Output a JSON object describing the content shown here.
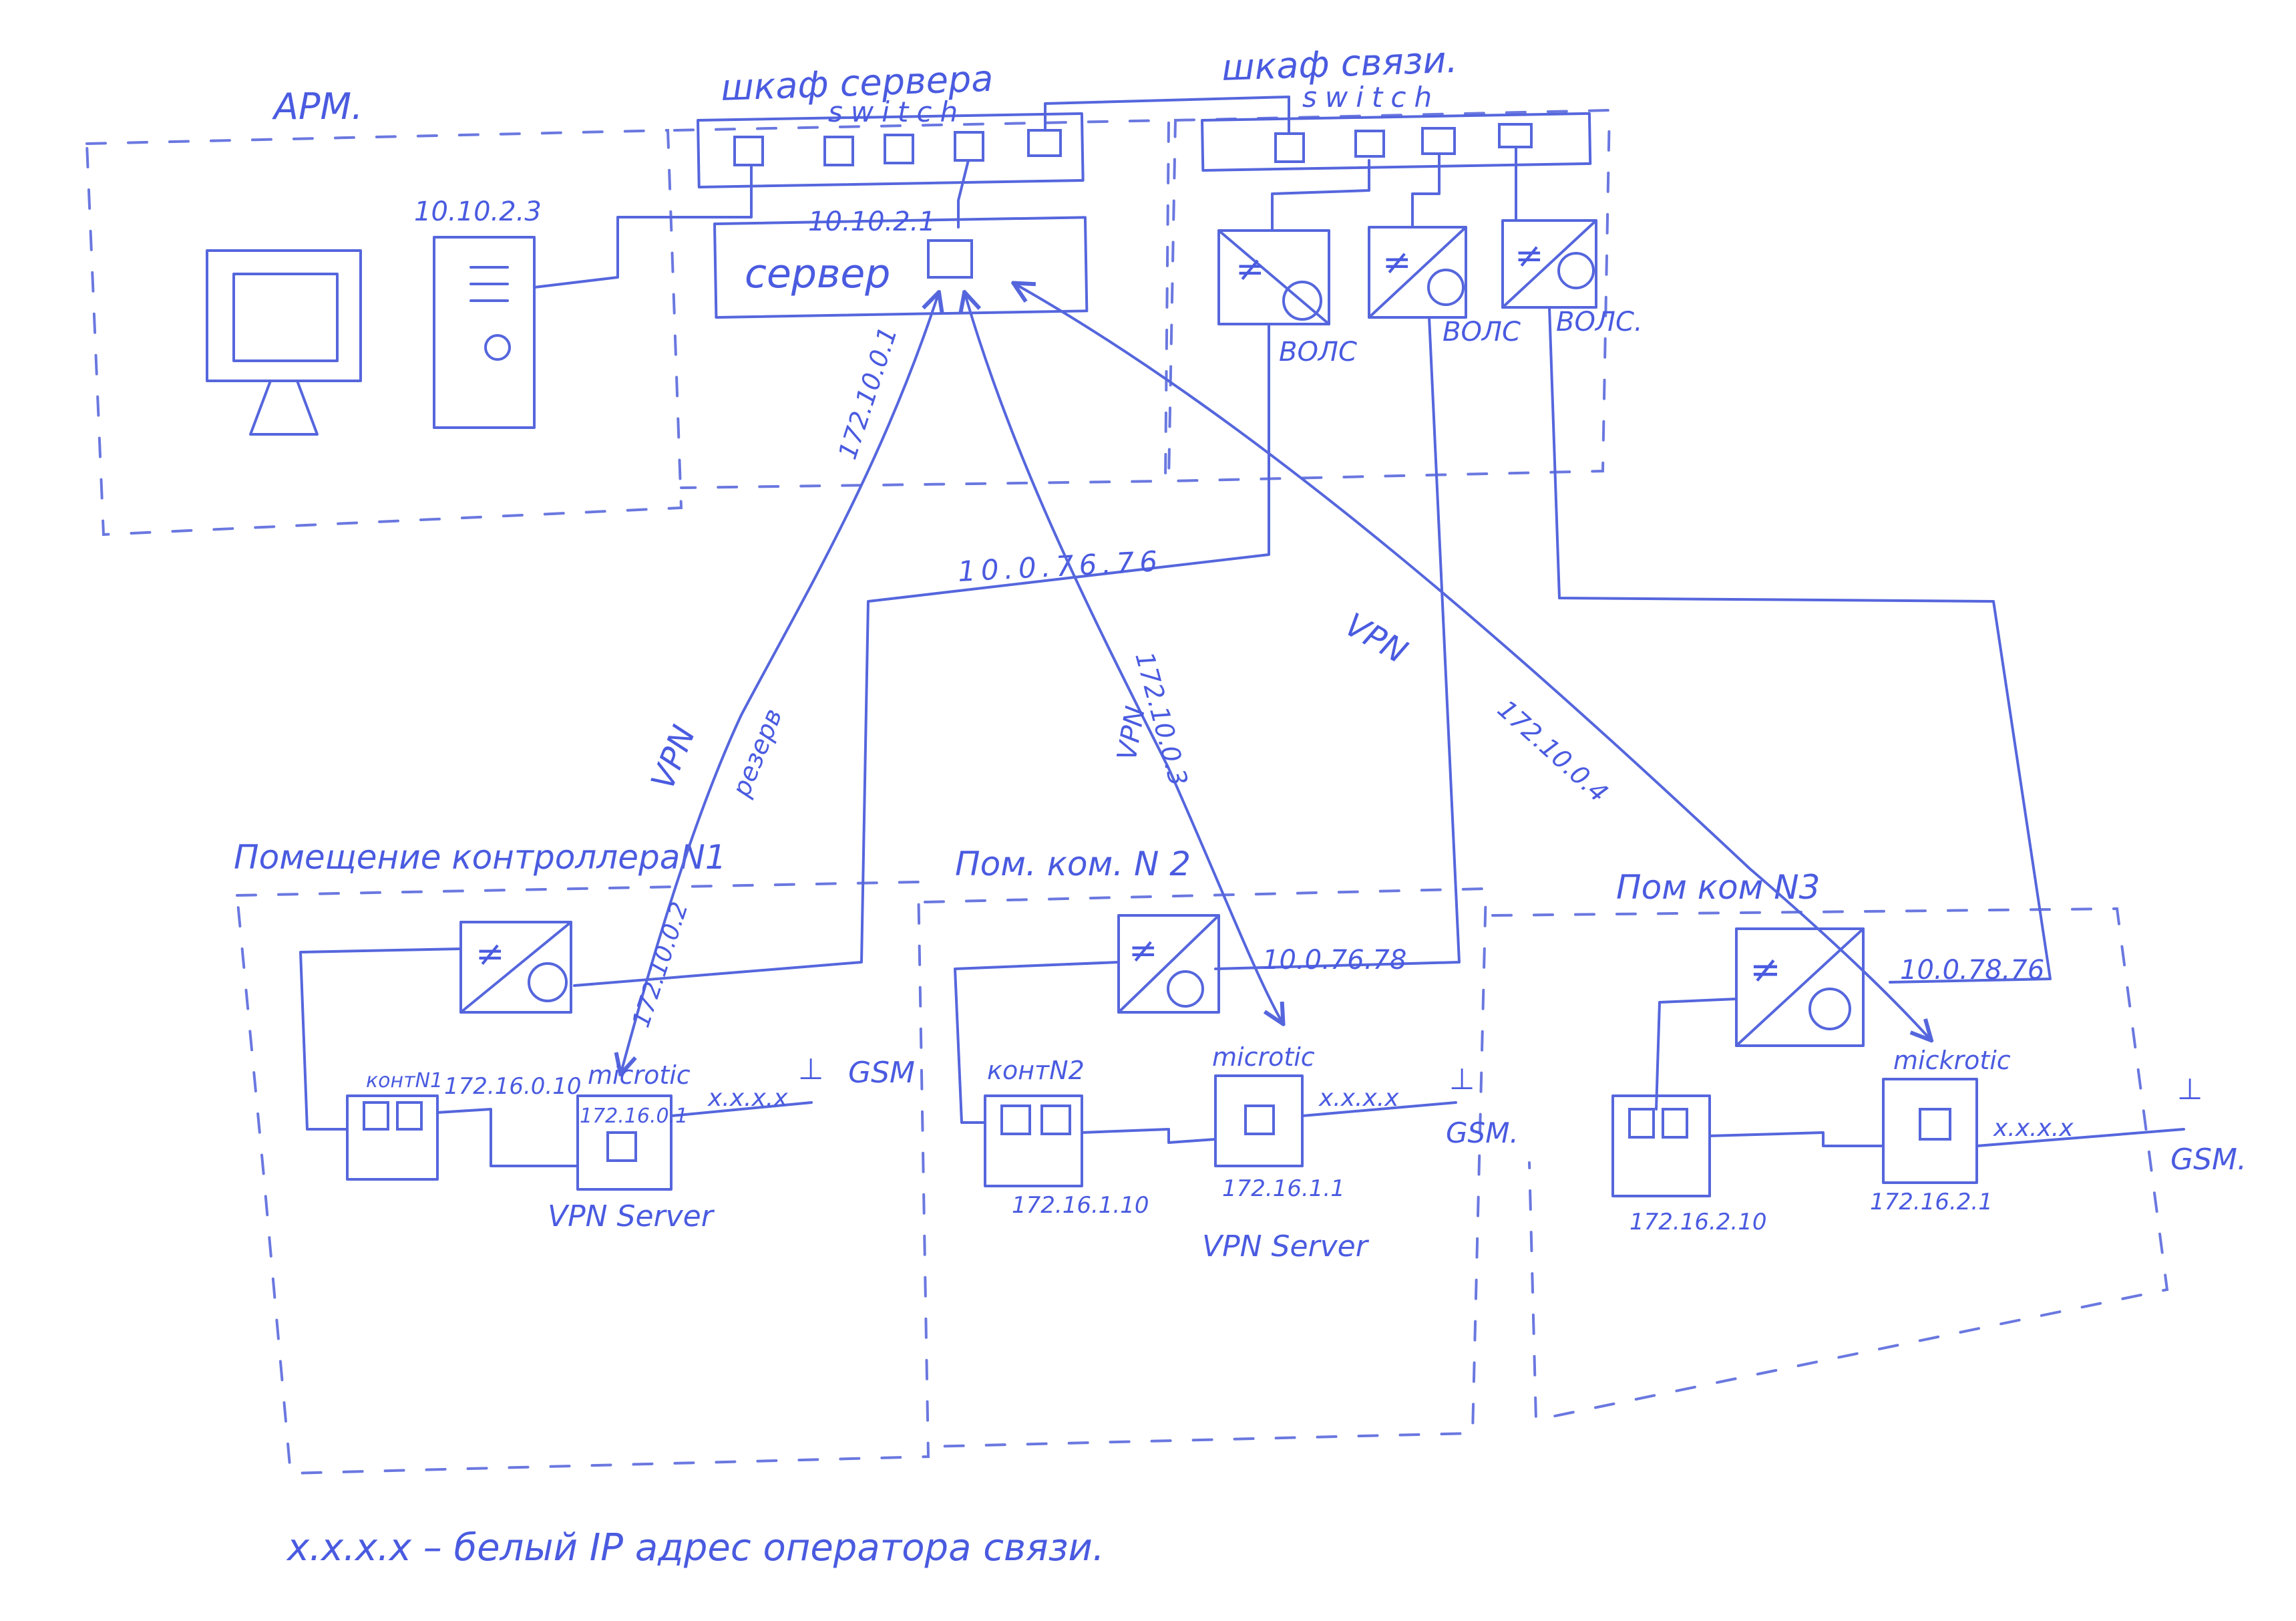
{
  "areas": {
    "arm": "АРМ.",
    "server_cabinet": "шкаф сервера",
    "comm_cabinet": "шкаф связи.",
    "room1": "Помещение контроллераN1",
    "room2": "Пом. ком. N 2",
    "room3": "Пом ком N3"
  },
  "switch_label": "switch",
  "server": {
    "label": "сервер",
    "ip": "10.10.2.1"
  },
  "workstation_ip": "10.10.2.3",
  "fiber_label": "ВОЛС",
  "fiber_label_alt": "ВОЛС.",
  "links": {
    "trunk_ip": "10.0.76.76",
    "room2_ip": "10.0.76.78",
    "room3_ip": "10.0.78.76"
  },
  "vpn": {
    "vpn1_label": "VPN",
    "vpn1_reserve": "резерв",
    "vpn1_ip_top": "172.10.0.1",
    "vpn1_ip_bottom": "172.10.0.2",
    "vpn2_label": "VPN",
    "vpn2_ip": "172.10.0.3",
    "vpn3_label": "VPN",
    "vpn3_ip": "172.10.0.4"
  },
  "room1": {
    "controller_label": "контN1",
    "controller_ip": "172.16.0.10",
    "router_label": "microtic",
    "router_ip": "172.16.0.1",
    "wan_ip": "x.x.x.x",
    "gsm": "GSM",
    "vpn_server": "VPN Server"
  },
  "room2": {
    "controller_label": "контN2",
    "controller_ip": "172.16.1.10",
    "router_label": "microtic",
    "router_ip": "172.16.1.1",
    "wan_ip": "x.x.x.x",
    "gsm": "GSM.",
    "vpn_server": "VPN Server"
  },
  "room3": {
    "controller_ip": "172.16.2.10",
    "router_label": "mickrotic",
    "router_ip": "172.16.2.1",
    "wan_ip": "x.x.x.x",
    "gsm": "GSM."
  },
  "legend": "x.x.x.x – белый IP адрес оператора связи."
}
